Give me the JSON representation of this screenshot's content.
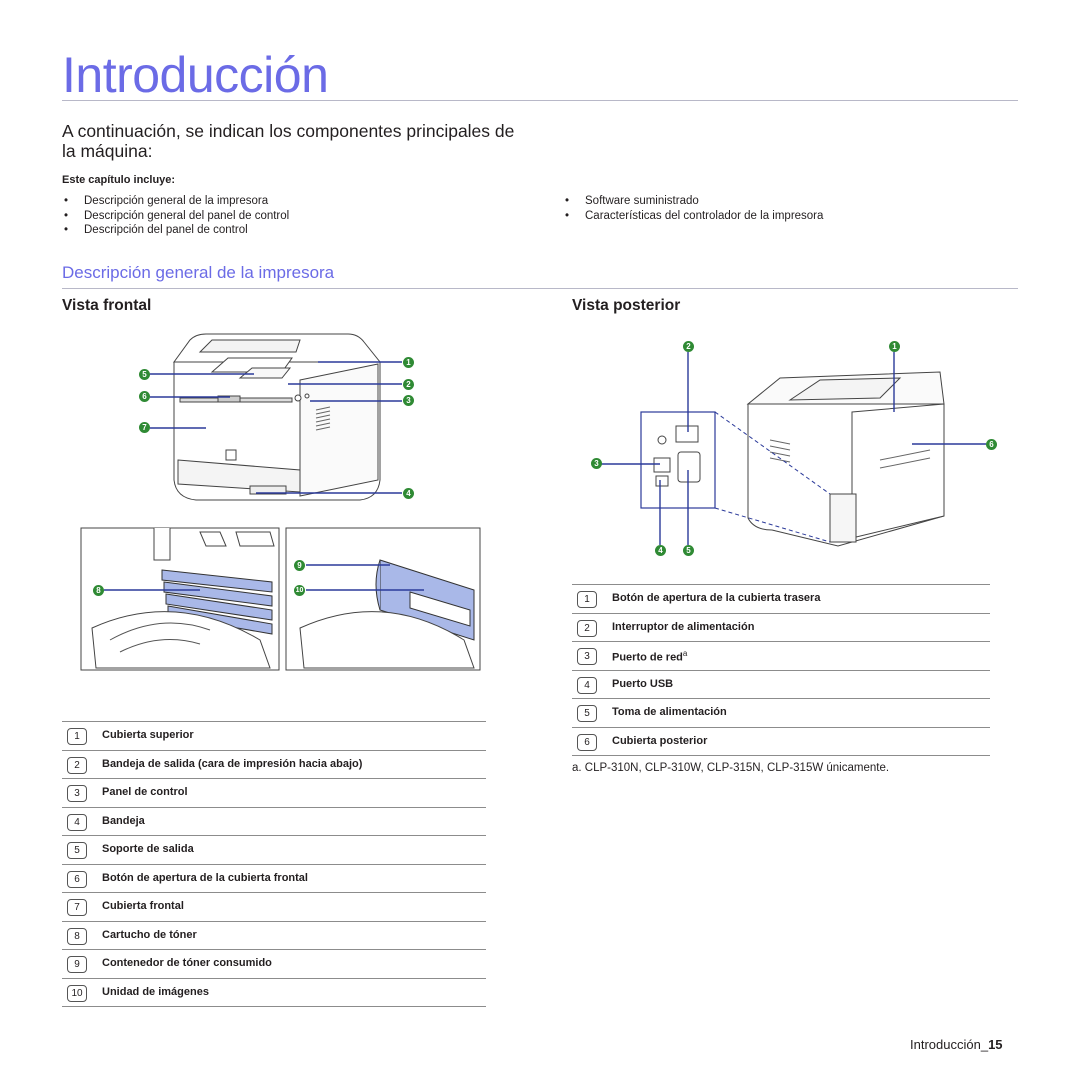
{
  "page": {
    "title": "Introducción",
    "intro": "A continuación, se indican los componentes principales de la máquina:",
    "chapter_heading": "Este capítulo incluye:",
    "chapter_items_left": [
      "Descripción general de la impresora",
      "Descripción general del panel de control",
      "Descripción del panel de control"
    ],
    "chapter_items_right": [
      "Software suministrado",
      "Características del controlador de la impresora"
    ],
    "section_title": "Descripción general de la impresora",
    "front_view_title": "Vista frontal",
    "rear_view_title": "Vista posterior",
    "footnote": "a. CLP-310N, CLP-310W, CLP-315N, CLP-315W únicamente.",
    "footer_label": "Introducción_",
    "footer_page": "15"
  },
  "colors": {
    "title": "#6b6be6",
    "callout": "#2f8a34",
    "leader": "#2b3a9a",
    "toner": "#a9b8e8"
  },
  "front_parts": [
    {
      "num": "1",
      "label": "Cubierta superior"
    },
    {
      "num": "2",
      "label": "Bandeja de salida (cara de impresión hacia abajo)"
    },
    {
      "num": "3",
      "label": "Panel de control"
    },
    {
      "num": "4",
      "label": "Bandeja"
    },
    {
      "num": "5",
      "label": "Soporte de salida"
    },
    {
      "num": "6",
      "label": "Botón de apertura de la cubierta frontal"
    },
    {
      "num": "7",
      "label": "Cubierta frontal"
    },
    {
      "num": "8",
      "label": "Cartucho de tóner"
    },
    {
      "num": "9",
      "label": "Contenedor de tóner consumido"
    },
    {
      "num": "10",
      "label": "Unidad de imágenes"
    }
  ],
  "rear_parts": [
    {
      "num": "1",
      "label": "Botón de apertura de la cubierta trasera",
      "sup": ""
    },
    {
      "num": "2",
      "label": "Interruptor de alimentación",
      "sup": ""
    },
    {
      "num": "3",
      "label": "Puerto de red",
      "sup": "a"
    },
    {
      "num": "4",
      "label": "Puerto USB",
      "sup": ""
    },
    {
      "num": "5",
      "label": "Toma de alimentación",
      "sup": ""
    },
    {
      "num": "6",
      "label": "Cubierta posterior",
      "sup": ""
    }
  ],
  "callouts": {
    "front": [
      "1",
      "2",
      "3",
      "4",
      "5",
      "6",
      "7"
    ],
    "inner": [
      "8",
      "9",
      "10"
    ],
    "rear": [
      "1",
      "2",
      "3",
      "4",
      "5",
      "6"
    ]
  }
}
